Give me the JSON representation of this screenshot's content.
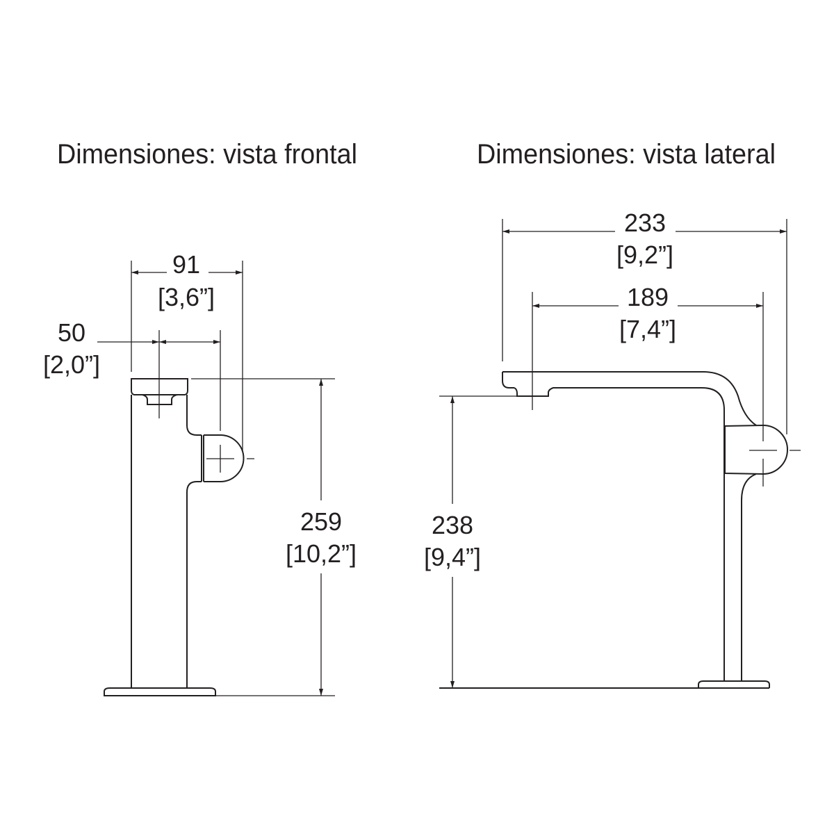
{
  "titles": {
    "front": "Dimensiones: vista frontal",
    "side": "Dimensiones: vista lateral"
  },
  "front_view": {
    "width_total": {
      "mm": "91",
      "in": "[3,6”]"
    },
    "spout_to_handle": {
      "mm": "50",
      "in": "[2,0”]"
    },
    "height_total": {
      "mm": "259",
      "in": "[10,2”]"
    }
  },
  "side_view": {
    "reach_total": {
      "mm": "233",
      "in": "[9,2”]"
    },
    "reach_spout": {
      "mm": "189",
      "in": "[7,4”]"
    },
    "spout_height": {
      "mm": "238",
      "in": "[9,4”]"
    }
  }
}
